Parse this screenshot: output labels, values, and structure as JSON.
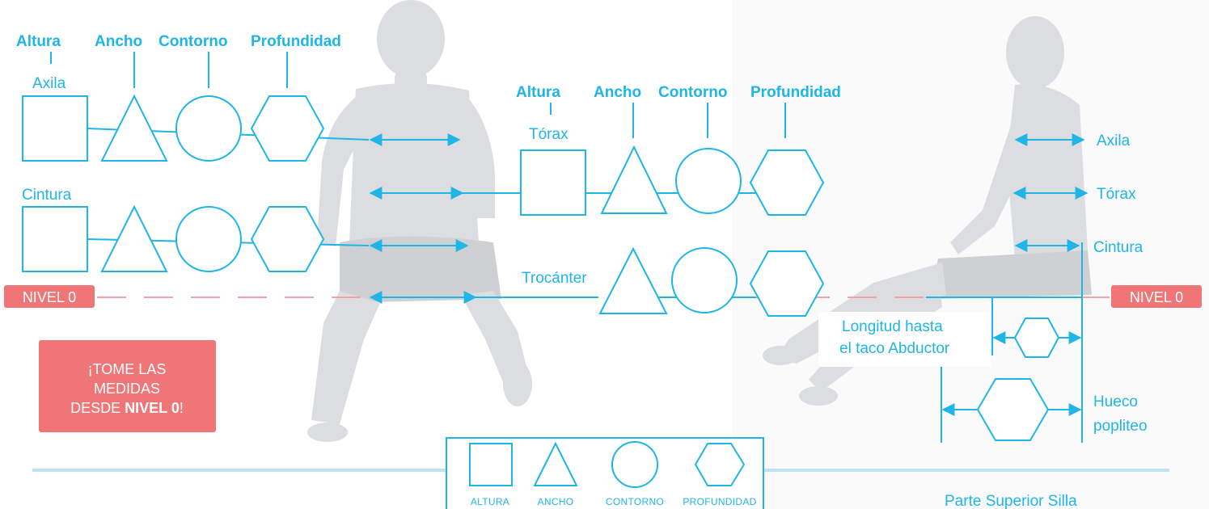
{
  "left_group": {
    "headers": [
      "Altura",
      "Ancho",
      "Contorno",
      "Profundidad"
    ],
    "row1_label": "Axila",
    "row2_label": "Cintura"
  },
  "middle_group": {
    "headers": [
      "Altura",
      "Ancho",
      "Contorno",
      "Profundidad"
    ],
    "row1_label": "Tórax",
    "row2_label": "Trocánter"
  },
  "right_group": {
    "labels": [
      "Axila",
      "Tórax",
      "Cintura"
    ],
    "abductor_line1": "Longitud hasta",
    "abductor_line2": "el taco Abductor",
    "popliteal_line1": "Hueco",
    "popliteal_line2": "popliteo"
  },
  "level": {
    "left": "NIVEL 0",
    "right": "NIVEL 0"
  },
  "warning": {
    "line1": "¡TOME LAS",
    "line2": "MEDIDAS",
    "line3_prefix": "DESDE ",
    "line3_bold": "NIVEL 0",
    "line3_suffix": "!"
  },
  "legend": {
    "items": [
      "ALTURA",
      "ANCHO",
      "CONTORNO",
      "PROFUNDIDAD"
    ]
  },
  "footer": {
    "caption": "Parte Superior Silla"
  },
  "colors": {
    "accent": "#1fb5e6",
    "badge": "#f07577",
    "dashed_line": "#f2a3a4",
    "footer_rule": "#bfe3f2"
  }
}
